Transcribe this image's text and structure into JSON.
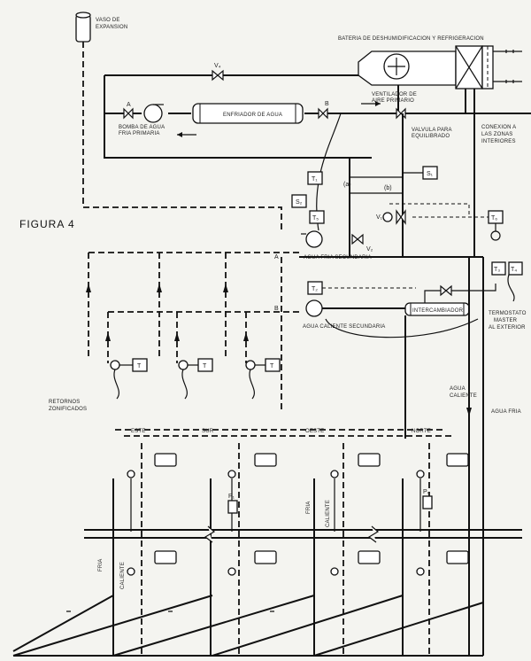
{
  "figure_title": "FIGURA 4",
  "labels": {
    "expansion_tank": [
      "VASO DE",
      "EXPANSION"
    ],
    "battery": "BATERIA DE DESHUMIDIFICACION Y REFRIGERACION",
    "v4": "V₄",
    "chiller": "ENFRIADOR DE AGUA",
    "a": "A",
    "b": "B",
    "pump_primary": [
      "BOMBA DE AGUA",
      "FRIA PRIMARIA"
    ],
    "fan_primary": [
      "VENTILADOR DE",
      "AIRE PRIMARIO"
    ],
    "balance_valve": [
      "VALVULA PARA",
      "EQUILIBRADO"
    ],
    "connection_zones": [
      "CONEXION A",
      "LAS ZONAS",
      "INTERIORES"
    ],
    "t1": "T₁",
    "s1": "S₁",
    "s2": "S₂",
    "t5": "T₅",
    "ka": "(a)",
    "kb": "(b)",
    "v1": "V₁",
    "v2": "V₂",
    "t6": "T₆",
    "a2": "A",
    "b2": "B",
    "cold_secondary": "AGUA FRIA SECUNDARIA",
    "t2": "T₂",
    "t3": "T₃",
    "t4": "T₄",
    "hot_secondary": "AGUA CALIENTE SECUNDARIA",
    "exchanger": "INTERCAMBIADOR",
    "thermostat": [
      "TERMOSTATO",
      "MASTER",
      "AL EXTERIOR"
    ],
    "t": "T",
    "zoned_returns": [
      "RETORNOS",
      "ZONIFICADOS"
    ],
    "hot_water": [
      "AGUA",
      "CALIENTE"
    ],
    "cold_water": "AGUA FRIA",
    "zone_este": "ESTE",
    "zone_sur": "SUR",
    "zone_oeste": "OESTE",
    "zone_norte": "NORTE",
    "p1": "P₁",
    "fria": "FRIA",
    "caliente": "CALIENTE"
  },
  "colors": {
    "ink": "#111111",
    "paper": "#f4f4f0"
  }
}
